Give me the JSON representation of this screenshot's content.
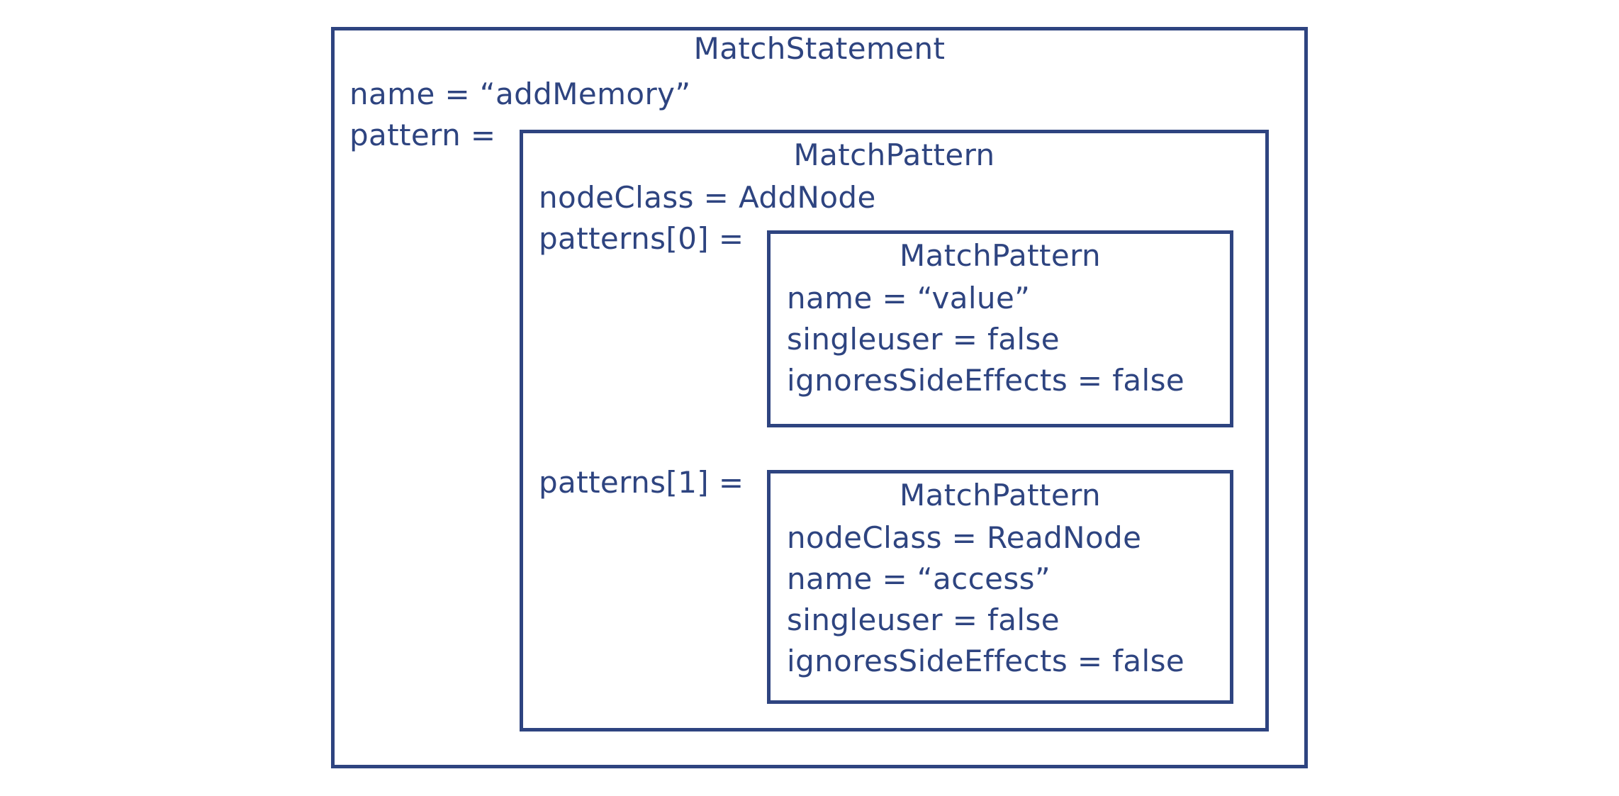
{
  "colors": {
    "stroke": "#2e4480",
    "text": "#2e4480",
    "background": "#ffffff"
  },
  "diagram": {
    "type": "nested-object-boxes",
    "root": {
      "class_name": "MatchStatement",
      "fields": [
        {
          "label": "name = “addMemory”"
        },
        {
          "label": "pattern ="
        }
      ],
      "child": {
        "class_name": "MatchPattern",
        "fields": [
          {
            "label": "nodeClass = AddNode"
          },
          {
            "label": "patterns[0] ="
          },
          {
            "label": "patterns[1] ="
          }
        ],
        "children": [
          {
            "class_name": "MatchPattern",
            "lines": [
              "name = “value”",
              "singleuser = false",
              "ignoresSideEffects = false"
            ]
          },
          {
            "class_name": "MatchPattern",
            "lines": [
              "nodeClass = ReadNode",
              "name = “access”",
              "singleuser = false",
              "ignoresSideEffects = false"
            ]
          }
        ]
      }
    }
  }
}
